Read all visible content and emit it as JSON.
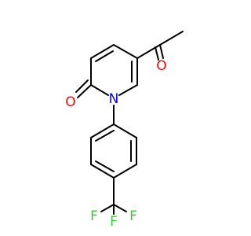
{
  "molecule": {
    "atoms": {
      "o_ketone": "O",
      "o_lactam": "O",
      "n_ring": "N",
      "f_top": "F",
      "f_left": "F",
      "f_right": "F"
    },
    "colors": {
      "bond": "#000000",
      "oxygen": "#ff0000",
      "nitrogen": "#0000ff",
      "fluorine": "#33cc33"
    }
  }
}
